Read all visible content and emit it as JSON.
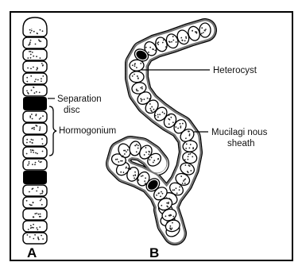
{
  "figure": {
    "panel_a": "A",
    "panel_b": "B",
    "labels": {
      "separation_disc_1": "Separation",
      "separation_disc_2": "disc",
      "hormogonium": "Hormogonium",
      "heterocyst": "Heterocyst",
      "mucilage_1": "Mucilagi nous",
      "mucilage_2": "sheath"
    }
  }
}
